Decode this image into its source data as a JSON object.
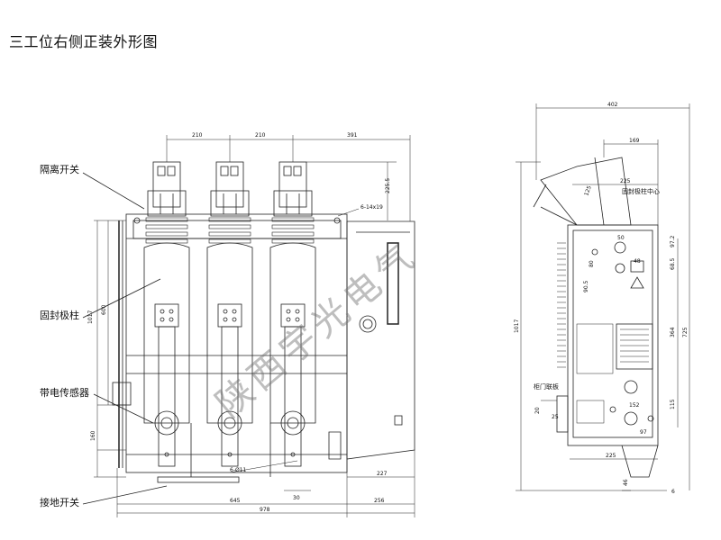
{
  "title": "三工位右侧正装外形图",
  "callouts": {
    "isolating_switch": "隔离开关",
    "sealed_pole": "固封极柱",
    "live_sensor": "带电传感器",
    "earthing_switch": "接地开关",
    "panel_door_plate": "柜门联板",
    "pole_center": "固封极柱中心"
  },
  "front_dims": {
    "pitch_1": "210",
    "pitch_2": "210",
    "right_offset": "391",
    "height_top": "225.5",
    "holes_top": "6-14x19",
    "height_main": "1017",
    "height_mid": "600",
    "height_low": "160",
    "width_230": "30",
    "holes_bottom": "6-Ø11",
    "width_227": "227",
    "width_645": "645",
    "width_256": "256",
    "width_978": "978"
  },
  "side_dims": {
    "width_402": "402",
    "width_169": "169",
    "width_225_top": "225",
    "dim_125": "125",
    "dim_50": "50",
    "dim_48": "48",
    "dim_97_2": "97.2",
    "dim_80": "80",
    "dim_68_5": "68.5",
    "dim_90_5": "90.5",
    "height_1017": "1017",
    "height_364": "364",
    "height_725": "725",
    "dim_152": "152",
    "dim_97": "97",
    "dim_115": "115",
    "dim_20": "20",
    "dim_25": "25",
    "width_225_bottom": "225",
    "dim_46": "46",
    "dim_6": "6"
  },
  "watermark": "陕西宇光电气"
}
